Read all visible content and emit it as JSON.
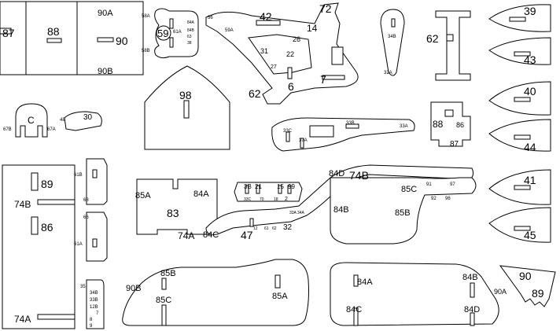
{
  "sheet": {
    "labels": {
      "p87": "87",
      "p88": "88",
      "p90a_top": "90A",
      "p90": "90",
      "p90b": "90B",
      "p58a": "58A",
      "p59": "59",
      "p61a_small": "61A",
      "p58b": "58B",
      "p84a_tiny": "84A",
      "p84b_tiny": "84B",
      "p63": "63",
      "p38_tiny": "38",
      "p56": "56",
      "p59a": "59A",
      "p42": "42",
      "p72": "72",
      "p14": "14",
      "p31": "31",
      "p27": "27",
      "p22": "22",
      "p26": "26",
      "p6": "6",
      "p7": "7",
      "p62_mid": "62",
      "p34b": "34B",
      "p32a": "32A",
      "p62_right": "62",
      "p39": "39",
      "p43": "43",
      "p40": "40",
      "p44": "44",
      "p41": "41",
      "p45": "45",
      "p98": "98",
      "pC": "C",
      "p67b": "67B",
      "p67a": "67A",
      "p48": "48",
      "p30": "30",
      "p33c": "33C",
      "p33b": "33B",
      "p33a": "33A",
      "p37a": "37A",
      "p88_small": "88",
      "p86_small": "86",
      "p87_small": "87",
      "p89": "89",
      "p86": "86",
      "p74b_left": "74B",
      "p74a_left": "74A",
      "p61b": "61B",
      "p68": "68",
      "p66": "66",
      "p61a": "61A",
      "p35": "35",
      "p34b_s": "34B",
      "p33b_s": "33B",
      "p12b": "12B",
      "p7_s": "7",
      "p8": "8",
      "p9": "9",
      "p85a_l": "85A",
      "p84a_l": "84A",
      "p83": "83",
      "p74a_mid": "74A",
      "p84c_mid": "84C",
      "p3b": "3B",
      "p21": "21",
      "p15": "15",
      "p99": "99",
      "p33c_s": "33C",
      "p70": "70",
      "p18": "18",
      "p2": "2",
      "p47": "47",
      "p32": "32",
      "p33a_s": "33A",
      "p34a_s": "34A",
      "p12": "12",
      "p61": "61",
      "p62": "62",
      "p84d_top": "84D",
      "p74b_top": "74B",
      "p85c_r": "85C",
      "p91": "91",
      "p97": "97",
      "p92": "92",
      "p96": "96",
      "p84b_r": "84B",
      "p85b_r": "85B",
      "p90b_bot": "90B",
      "p85b_bot": "85B",
      "p85c_bot": "85C",
      "p85a_bot": "85A",
      "p84a_bot": "84A",
      "p84b_bot": "84B",
      "p84c_bot": "84C",
      "p84d_bot": "84D",
      "p90_tri": "90",
      "p89_tri": "89",
      "p90a_tri": "90A"
    }
  }
}
